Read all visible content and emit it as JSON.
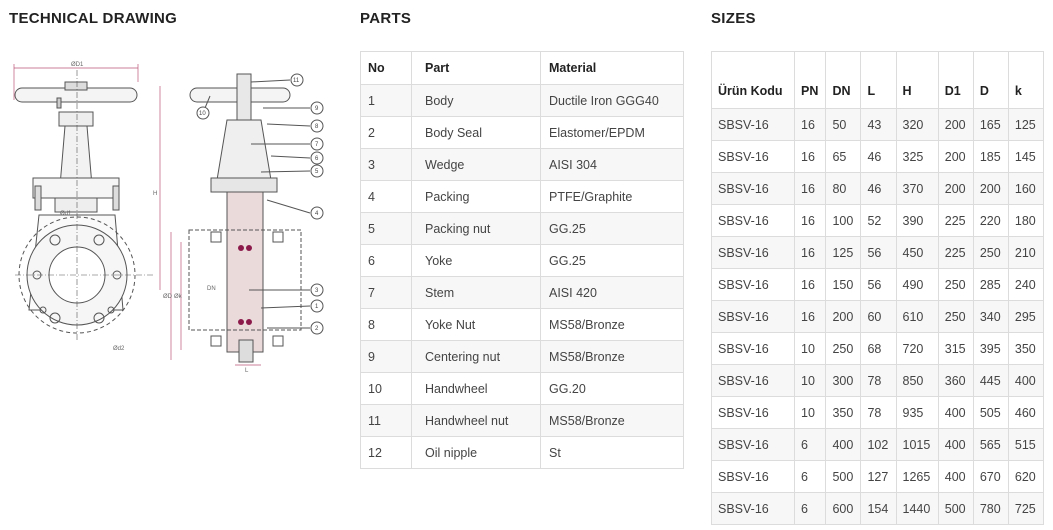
{
  "sections": {
    "drawing_title": "TECHNICAL DRAWING",
    "parts_title": "PARTS",
    "sizes_title": "SIZES"
  },
  "drawing": {
    "labels": {
      "handwheel_diameter": "ØD1",
      "height": "H",
      "bolt_hole_1": "Ød1",
      "bolt_hole_2": "Ød2",
      "flange_d": "ØD",
      "pcd_k": "Øk",
      "dn": "DN",
      "length": "L"
    },
    "callouts": [
      "11",
      "10",
      "9",
      "8",
      "7",
      "6",
      "5",
      "4",
      "3",
      "1",
      "2"
    ]
  },
  "parts": {
    "headers": [
      "No",
      "Part",
      "Material"
    ],
    "rows": [
      [
        "1",
        "Body",
        "Ductile Iron GGG40"
      ],
      [
        "2",
        "Body Seal",
        "Elastomer/EPDM"
      ],
      [
        "3",
        "Wedge",
        "AISI 304"
      ],
      [
        "4",
        "Packing",
        "PTFE/Graphite"
      ],
      [
        "5",
        "Packing nut",
        "GG.25"
      ],
      [
        "6",
        "Yoke",
        "GG.25"
      ],
      [
        "7",
        "Stem",
        "AISI 420"
      ],
      [
        "8",
        "Yoke Nut",
        "MS58/Bronze"
      ],
      [
        "9",
        "Centering nut",
        "MS58/Bronze"
      ],
      [
        "10",
        "Handwheel",
        "GG.20"
      ],
      [
        "11",
        "Handwheel nut",
        "MS58/Bronze"
      ],
      [
        "12",
        "Oil nipple",
        "St"
      ]
    ]
  },
  "sizes": {
    "headers": [
      "Ürün Kodu",
      "PN",
      "DN",
      "L",
      "H",
      "D1",
      "D",
      "k"
    ],
    "rows": [
      [
        "SBSV-16",
        "16",
        "50",
        "43",
        "320",
        "200",
        "165",
        "125"
      ],
      [
        "SBSV-16",
        "16",
        "65",
        "46",
        "325",
        "200",
        "185",
        "145"
      ],
      [
        "SBSV-16",
        "16",
        "80",
        "46",
        "370",
        "200",
        "200",
        "160"
      ],
      [
        "SBSV-16",
        "16",
        "100",
        "52",
        "390",
        "225",
        "220",
        "180"
      ],
      [
        "SBSV-16",
        "16",
        "125",
        "56",
        "450",
        "225",
        "250",
        "210"
      ],
      [
        "SBSV-16",
        "16",
        "150",
        "56",
        "490",
        "250",
        "285",
        "240"
      ],
      [
        "SBSV-16",
        "16",
        "200",
        "60",
        "610",
        "250",
        "340",
        "295"
      ],
      [
        "SBSV-16",
        "10",
        "250",
        "68",
        "720",
        "315",
        "395",
        "350"
      ],
      [
        "SBSV-16",
        "10",
        "300",
        "78",
        "850",
        "360",
        "445",
        "400"
      ],
      [
        "SBSV-16",
        "10",
        "350",
        "78",
        "935",
        "400",
        "505",
        "460"
      ],
      [
        "SBSV-16",
        "6",
        "400",
        "102",
        "1015",
        "400",
        "565",
        "515"
      ],
      [
        "SBSV-16",
        "6",
        "500",
        "127",
        "1265",
        "400",
        "670",
        "620"
      ],
      [
        "SBSV-16",
        "6",
        "600",
        "154",
        "1440",
        "500",
        "780",
        "725"
      ]
    ]
  }
}
